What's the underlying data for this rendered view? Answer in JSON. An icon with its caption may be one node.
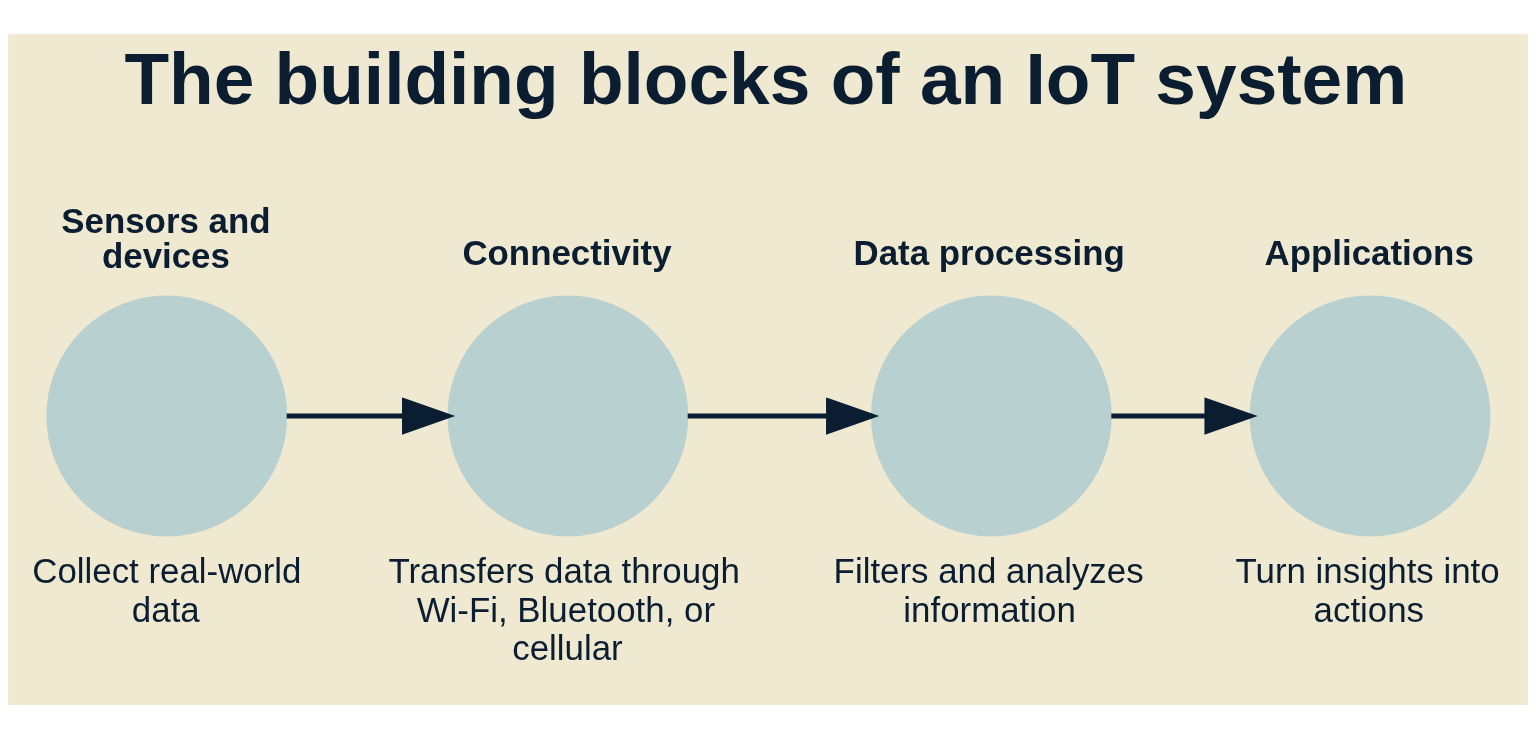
{
  "diagram": {
    "title": "The building blocks of an IoT system",
    "nodes": [
      {
        "text": [
          "Sensors and devices"
        ],
        "beside": [
          "Collect real-world data"
        ]
      },
      {
        "text": [
          "Connectivity"
        ],
        "beside": [
          "Transfers data through Wi-Fi, Bluetooth, or cellular"
        ]
      },
      {
        "text": [
          "Data processing"
        ],
        "beside": [
          "Filters and analyzes information"
        ]
      },
      {
        "text": [
          "Applications"
        ],
        "beside": [
          "Turn insights into actions"
        ]
      }
    ],
    "edges": [
      {
        "from": 0,
        "to": 1,
        "arrow": "to"
      },
      {
        "from": 1,
        "to": 2,
        "arrow": "to"
      },
      {
        "from": 2,
        "to": 3,
        "arrow": "to"
      }
    ]
  }
}
